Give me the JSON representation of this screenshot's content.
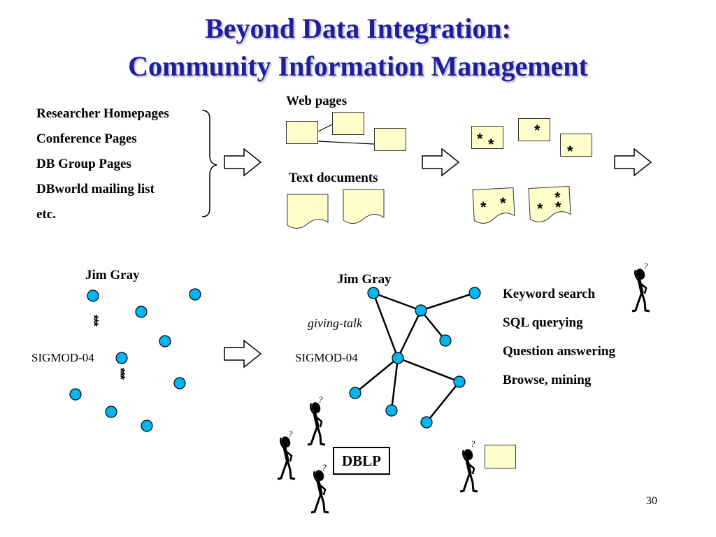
{
  "title": {
    "line1": "Beyond Data Integration:",
    "line2": "Community Information Management"
  },
  "sources": [
    "Researcher Homepages",
    "Conference Pages",
    "DB Group Pages",
    "DBworld mailing list",
    "etc."
  ],
  "labels": {
    "web_pages": "Web pages",
    "text_documents": "Text documents",
    "jim_gray_left": "Jim Gray",
    "sigmod_left": "SIGMOD-04",
    "jim_gray_right": "Jim Gray",
    "giving_talk": "giving-talk",
    "sigmod_right": "SIGMOD-04",
    "dblp": "DBLP",
    "star": "*",
    "stars_vertical": "***",
    "question_mark": "?"
  },
  "capabilities": [
    "Keyword search",
    "SQL querying",
    "Question answering",
    "Browse, mining"
  ],
  "page_number": "30",
  "colors": {
    "title": "#1f1f9e",
    "node_fill": "#00b4f0",
    "box_fill": "#ffffcc"
  }
}
